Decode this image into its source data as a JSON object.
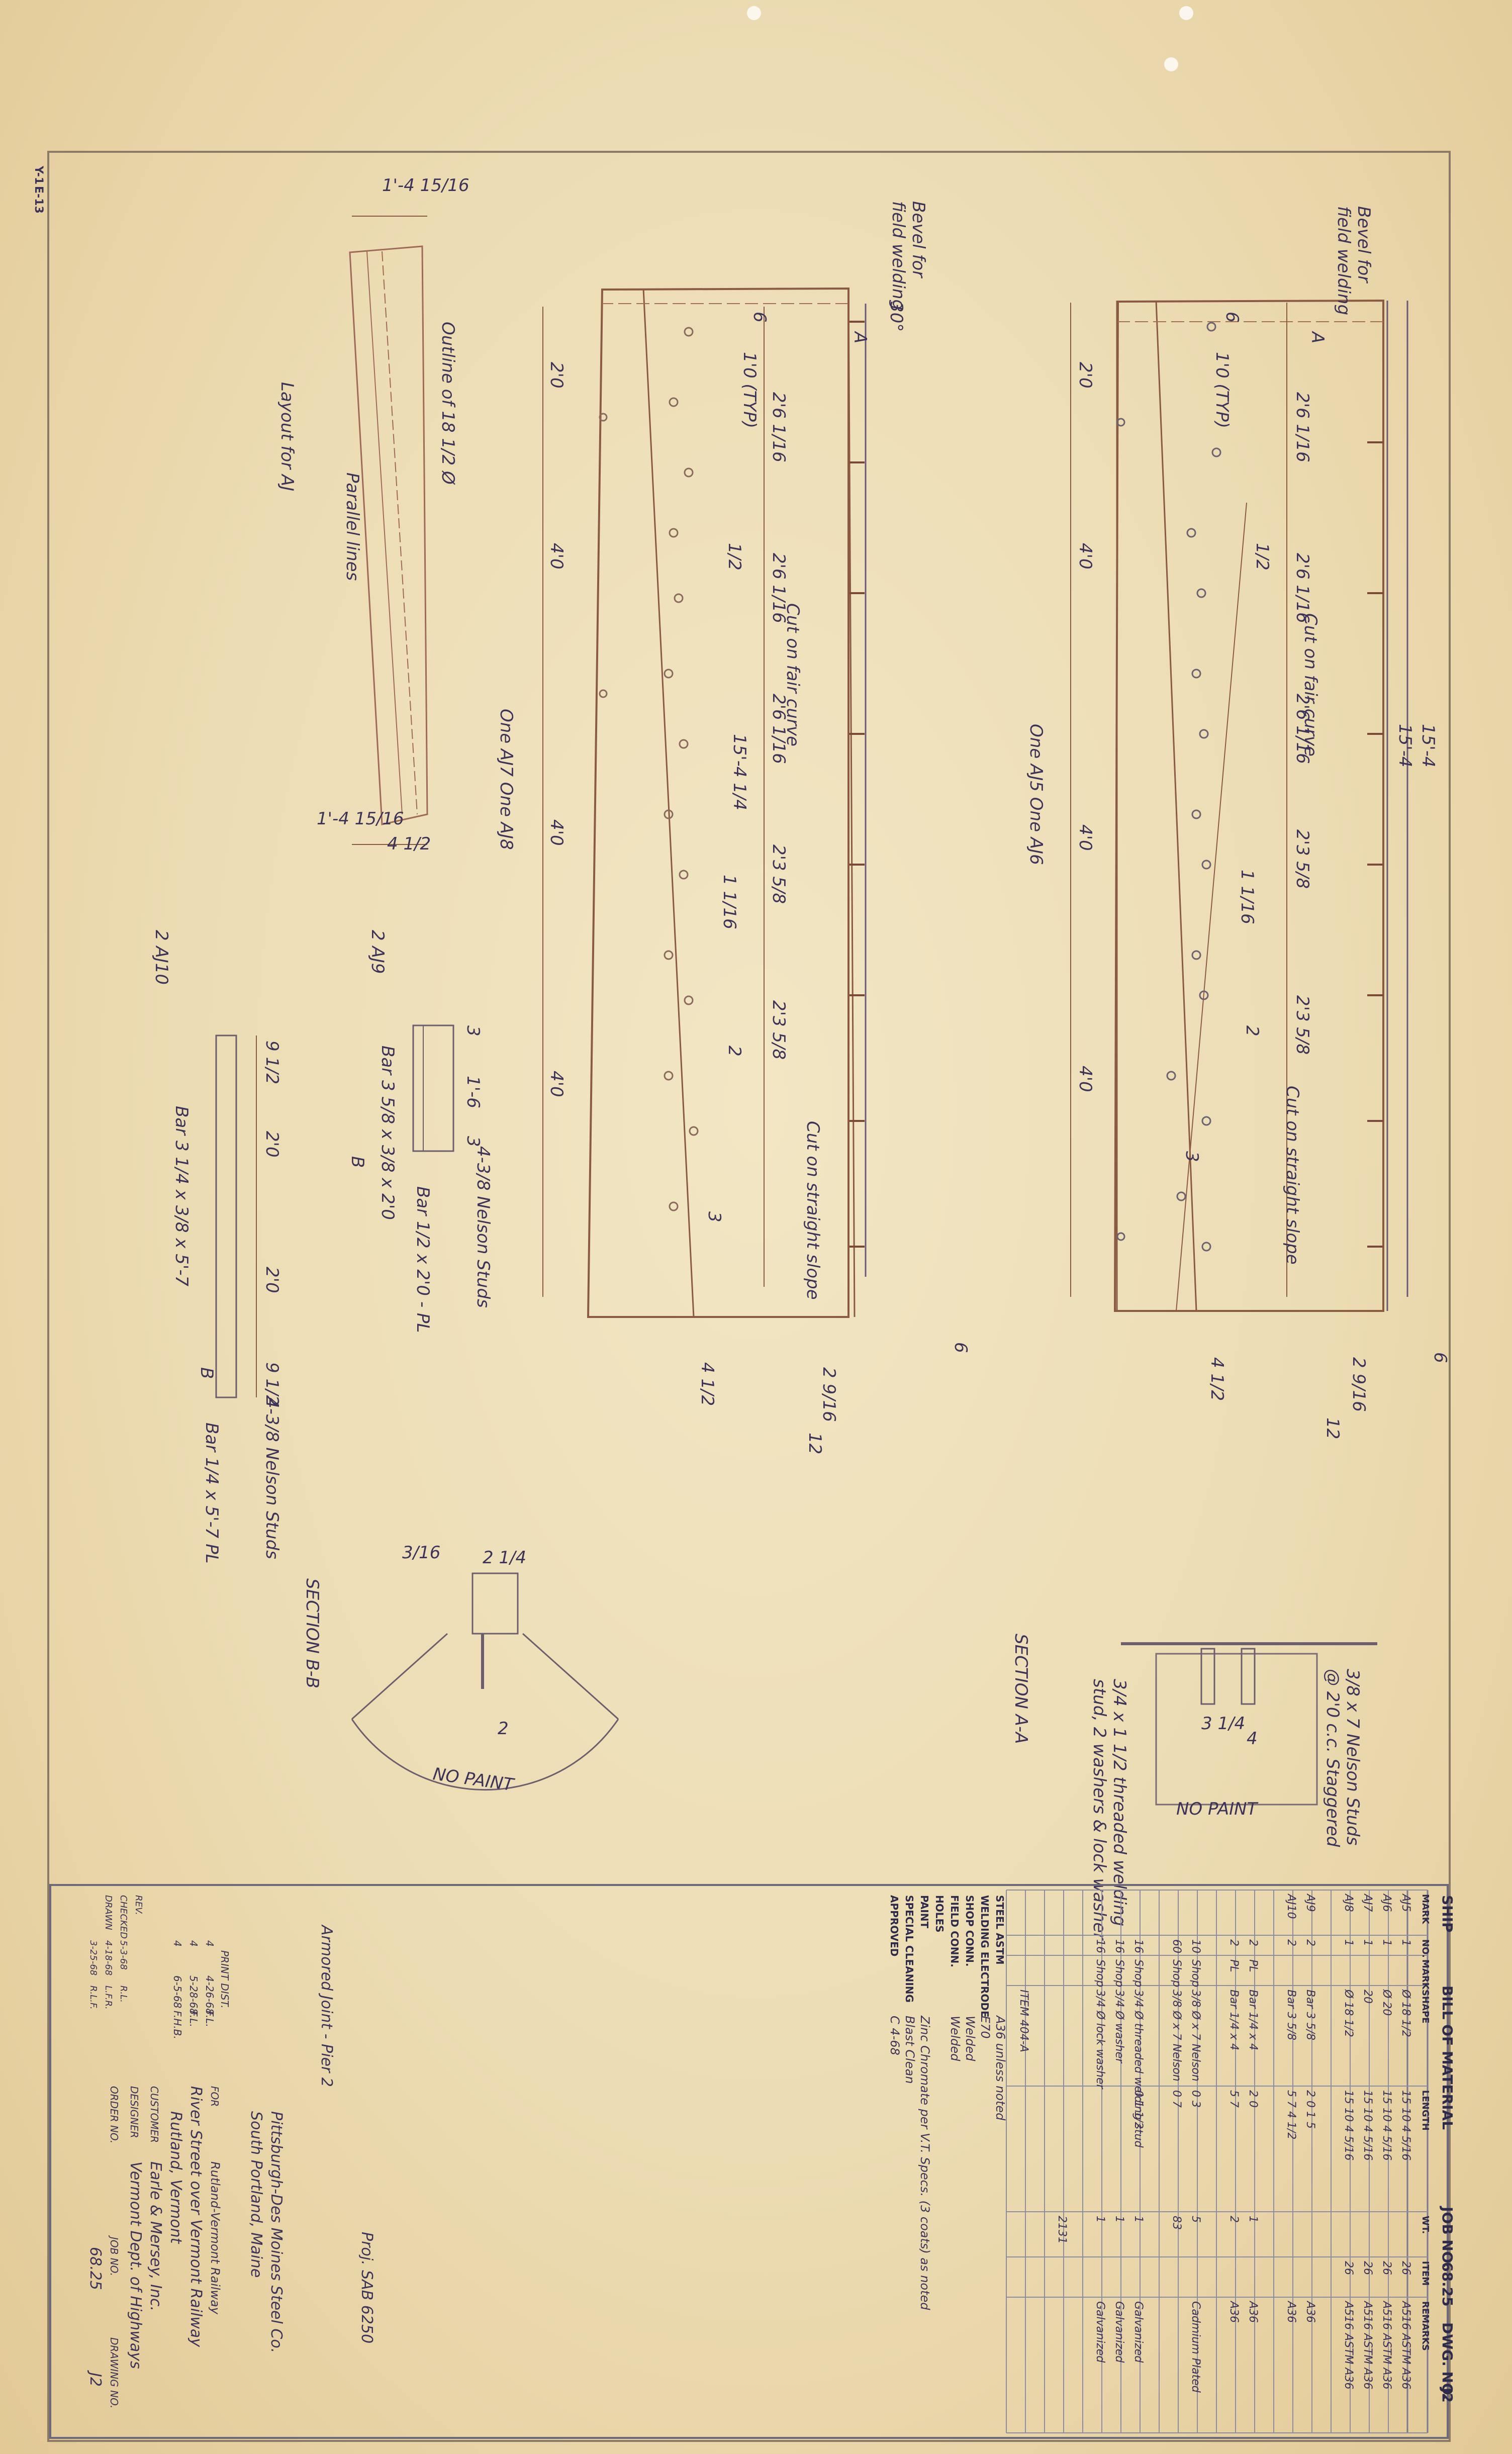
{
  "sheet": {
    "drawing_no": "J2",
    "job_no": "68.25",
    "side_marks": [
      "Y-1",
      "E-13"
    ]
  },
  "elevation_1": {
    "overall_1": "15'-4",
    "overall_2": "15'-4",
    "bevel_note": [
      "Bevel for",
      "field welding"
    ],
    "curve_note": "Cut on fair curve",
    "straight_note": "Cut on straight slope",
    "marks": "One AJ5   One AJ6",
    "section_mark_a": "A",
    "pitch_dims": [
      "6",
      "1'0 (TYP)",
      "2'6 1/16",
      "2'6 1/16",
      "2'6 1/16",
      "2'3 5/8",
      "2'3 5/8"
    ],
    "bottom_dims": [
      "2'0",
      "4'0",
      "4'0",
      "4'0"
    ],
    "taper_dims": [
      "1/2",
      "1 1/16",
      "2",
      "3"
    ],
    "end_dims": [
      "4 1/2",
      "6",
      "2 9/16",
      "12"
    ]
  },
  "elevation_2": {
    "overall": "15'-4 1/4",
    "bevel_note": [
      "Bevel for",
      "field welding"
    ],
    "bevel_angle": "30°",
    "curve_note": "Cut on fair curve",
    "straight_note": "Cut on straight slope",
    "marks": "One AJ7   One AJ8",
    "section_mark_a": "A",
    "pitch_dims": [
      "6",
      "1'0 (TYP)",
      "2'6 1/16",
      "2'6 1/16",
      "2'6 1/16",
      "2'3 5/8",
      "2'3 5/8"
    ],
    "bottom_dims": [
      "2'0",
      "4'0",
      "4'0",
      "4'0"
    ],
    "taper_dims": [
      "1/2",
      "1 1/16",
      "2",
      "3"
    ],
    "end_dims": [
      "4 1/2",
      "6",
      "2 9/16",
      "12"
    ]
  },
  "layout": {
    "title": "Layout for AJ",
    "outline_note": "Outline of 18 1/2 Ø",
    "parallel_note": "Parallel lines",
    "top_dim": "1'-4 15/16",
    "bottom_dim": "1'-4 15/16",
    "end_dim": "4 1/2"
  },
  "aj9": {
    "mark": "2 AJ9",
    "bar": "Bar 3 5/8 x 3/8 x 2'0",
    "studs": "4-3/8 Nelson Studs",
    "bar2": "Bar 1/2 x 2'0 - PL",
    "dims": [
      "3",
      "1'-6",
      "3"
    ],
    "section_mark_b": "B"
  },
  "aj10": {
    "mark": "2 AJ10",
    "bar": "Bar 3 1/4 x 3/8 x 5'-7",
    "studs": "4-3/8 Nelson Studs",
    "bar2": "Bar 1/4 x 5'-7 PL",
    "dims": [
      "9 1/2",
      "2'0",
      "2'0",
      "9 1/2"
    ],
    "section_mark_b": "B"
  },
  "section_aa": {
    "title": "SECTION A-A",
    "studs_note": [
      "3/8 x 7 Nelson Studs",
      "@ 2'0 c.c. Staggered"
    ],
    "bolt_note": [
      "3/4 x 1 1/2 threaded welding",
      "stud, 2 washers & lock washer"
    ],
    "dims": [
      "3 1/4",
      "4"
    ],
    "no_paint": "NO PAINT"
  },
  "section_bb": {
    "title": "SECTION B-B",
    "dims": [
      "2 1/4",
      "3/16",
      "2"
    ],
    "no_paint": "NO PAINT"
  },
  "bom": {
    "header_ship": "SHIP",
    "header_title": "BILL OF MATERIAL",
    "job_label": "JOB NO.",
    "job_no": "68.25",
    "dwg_label": "DWG. NO.",
    "dwg_no": "J2",
    "columns": [
      "MARK",
      "NO.",
      "MARK",
      "SHAPE",
      "LENGTH",
      "WT.",
      "ITEM",
      "REMARKS"
    ],
    "rows": [
      [
        "AJ5",
        "1",
        "",
        "Ø 18 1/2",
        "15 10 4 5/16",
        "",
        "26",
        "A516 ASTM A36"
      ],
      [
        "AJ6",
        "1",
        "",
        "Ø 20",
        "15 10 4 5/16",
        "",
        "26",
        "A516 ASTM A36"
      ],
      [
        "AJ7",
        "1",
        "",
        "20",
        "15 10 4 5/16",
        "",
        "26",
        "A516 ASTM A36"
      ],
      [
        "AJ8",
        "1",
        "",
        "Ø 18 1/2",
        "15 10 4 5/16",
        "",
        "26",
        "A516 ASTM A36"
      ],
      [
        "",
        "",
        "",
        "",
        "",
        "",
        "",
        ""
      ],
      [
        "AJ9",
        "2",
        "",
        "Bar 3 5/8",
        "2 0 1 5",
        "",
        "",
        "A36"
      ],
      [
        "AJ10",
        "2",
        "",
        "Bar 3 5/8",
        "5 7 4 1/2",
        "",
        "",
        "A36"
      ],
      [
        "",
        "",
        "",
        "",
        "",
        "",
        "",
        ""
      ],
      [
        "",
        "2",
        "PL",
        "Bar 1/4 x 4",
        "2 0",
        "1",
        "",
        "A36"
      ],
      [
        "",
        "2",
        "PL",
        "Bar 1/4 x 4",
        "5 7",
        "2",
        "",
        "A36"
      ],
      [
        "",
        "",
        "",
        "",
        "",
        "",
        "",
        ""
      ],
      [
        "",
        "10",
        "Shop",
        "3/8 Ø x 7 Nelson",
        "0 3",
        "5",
        "",
        "Cadmium Plated"
      ],
      [
        "",
        "60",
        "Shop",
        "3/8 Ø x 7 Nelson",
        "0 7",
        "83",
        "",
        ""
      ],
      [
        "",
        "",
        "",
        "",
        "",
        "",
        "",
        ""
      ],
      [
        "",
        "16",
        "Shop",
        "3/4 Ø threaded welding stud",
        "0 1 1/2",
        "1",
        "",
        "Galvanized"
      ],
      [
        "",
        "16",
        "Shop",
        "3/4 Ø washer",
        "",
        "1",
        "",
        "Galvanized"
      ],
      [
        "",
        "16",
        "Shop",
        "3/4 Ø lock washer",
        "",
        "1",
        "",
        "Galvanized"
      ],
      [
        "",
        "",
        "",
        "",
        "",
        "",
        "",
        ""
      ],
      [
        "",
        "",
        "",
        "",
        "",
        "2131",
        "",
        ""
      ],
      [
        "",
        "",
        "",
        "",
        "",
        "",
        "",
        ""
      ],
      [
        "",
        "",
        "",
        "ITEM 404-A",
        "",
        "",
        "",
        ""
      ]
    ],
    "notes": [
      [
        "STEEL ASTM",
        "A36 unless noted"
      ],
      [
        "WELDING ELECTRODE",
        "E70"
      ],
      [
        "SHOP CONN.",
        "Welded"
      ],
      [
        "FIELD CONN.",
        "Welded"
      ],
      [
        "HOLES",
        ""
      ],
      [
        "PAINT",
        "Zinc Chromate per V.T. Specs. (3 coats) as noted"
      ],
      [
        "SPECIAL CLEANING",
        "Blast Clean"
      ],
      [
        "APPROVED",
        "C 4-68"
      ]
    ],
    "proj": "Proj. SAB 6250",
    "title_line": "Armored Joint - Pier 2",
    "fabricator": "Pittsburgh-Des Moines Steel Co.",
    "location": "South Portland, Maine",
    "print_dist_label": "PRINT DIST.",
    "print_dist": [
      [
        "4",
        "4-26-68",
        "F.L."
      ],
      [
        "4",
        "5-28-68",
        "F.L."
      ],
      [
        "4",
        "6-5-68",
        "F.H.B."
      ]
    ],
    "rev_rows": [
      [
        "REV.",
        "",
        ""
      ],
      [
        "CHECKED",
        "5-3-68",
        "R.L."
      ],
      [
        "DRAWN",
        "4-18-68",
        "L.F.R."
      ],
      [
        "",
        "3-25-68",
        "R.L.F."
      ]
    ],
    "for_label": "FOR",
    "for_value": "Rutland-Vermont Railway",
    "bridge": "River Street over Vermont Railway",
    "city": "Rutland, Vermont",
    "customer_label": "CUSTOMER",
    "customer": "Earle & Mersey, Inc.",
    "designer_label": "DESIGNER",
    "designer": "Vermont Dept. of Highways",
    "order_label": "ORDER NO.",
    "job_label2": "JOB NO.",
    "job_no2": "68.25",
    "drawing_label": "DRAWING NO.",
    "drawing_no": "J2"
  }
}
